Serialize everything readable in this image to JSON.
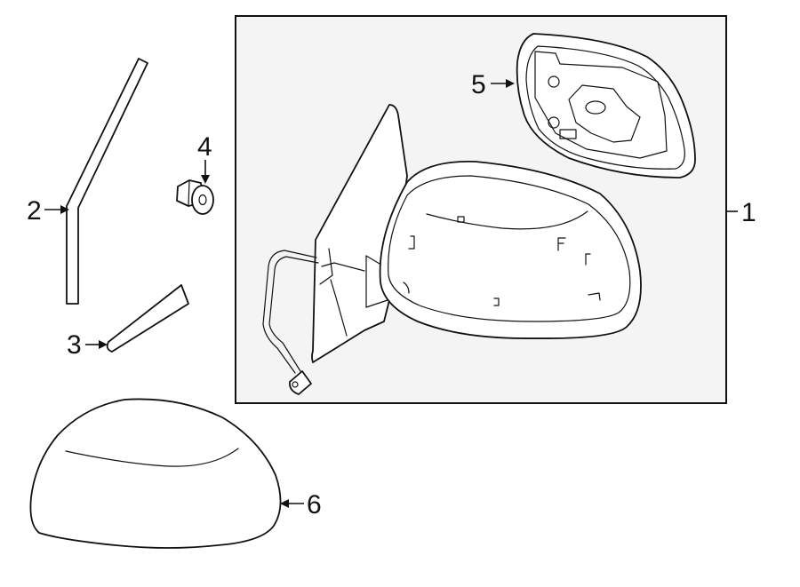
{
  "callouts": {
    "c1": "1",
    "c2": "2",
    "c3": "3",
    "c4": "4",
    "c5": "5",
    "c6": "6"
  },
  "colors": {
    "line": "#111111",
    "background": "#ffffff",
    "box_fill": "#f4f4f4"
  }
}
